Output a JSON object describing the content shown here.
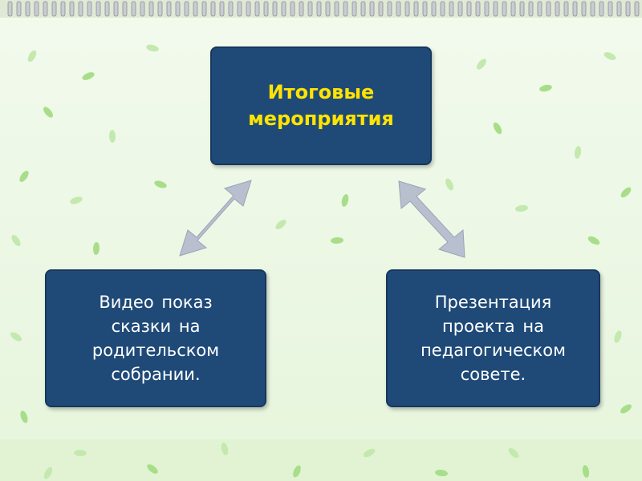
{
  "colors": {
    "card_fill": "#1f4a78",
    "title_text": "#ffe400",
    "body_text": "#ffffff",
    "arrow_fill": "#b8bfcf",
    "background": "#e9f7df"
  },
  "diagram": {
    "top_node": {
      "text": "Итоговые\nмероприятия"
    },
    "left_node": {
      "text": "Видео показ\nсказки на\nродительском\nсобрании."
    },
    "right_node": {
      "text": "Презентация\nпроекта на\nпедагогическом\nсовете."
    }
  },
  "icons": {
    "arrows": "double-headed-arrow-icon",
    "binding": "spiral-binding-icon",
    "decor": "leaf-icon"
  }
}
